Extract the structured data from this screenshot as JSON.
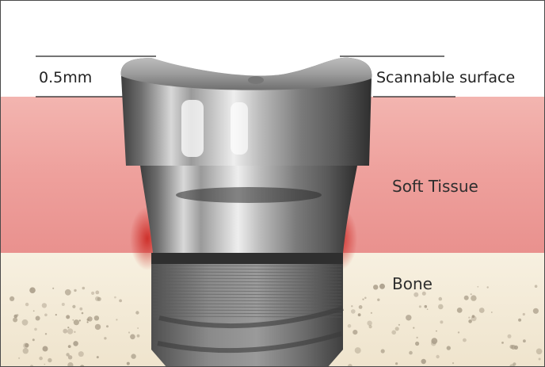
{
  "labels": {
    "thickness": "0.5mm",
    "scannable_surface": "Scannable surface",
    "soft_tissue": "Soft Tissue",
    "bone": "Bone"
  },
  "colors": {
    "soft_tissue": "#f0a3a0",
    "bone": "#f4ecda",
    "metal": "#8e8e8e",
    "text": "#222222"
  }
}
